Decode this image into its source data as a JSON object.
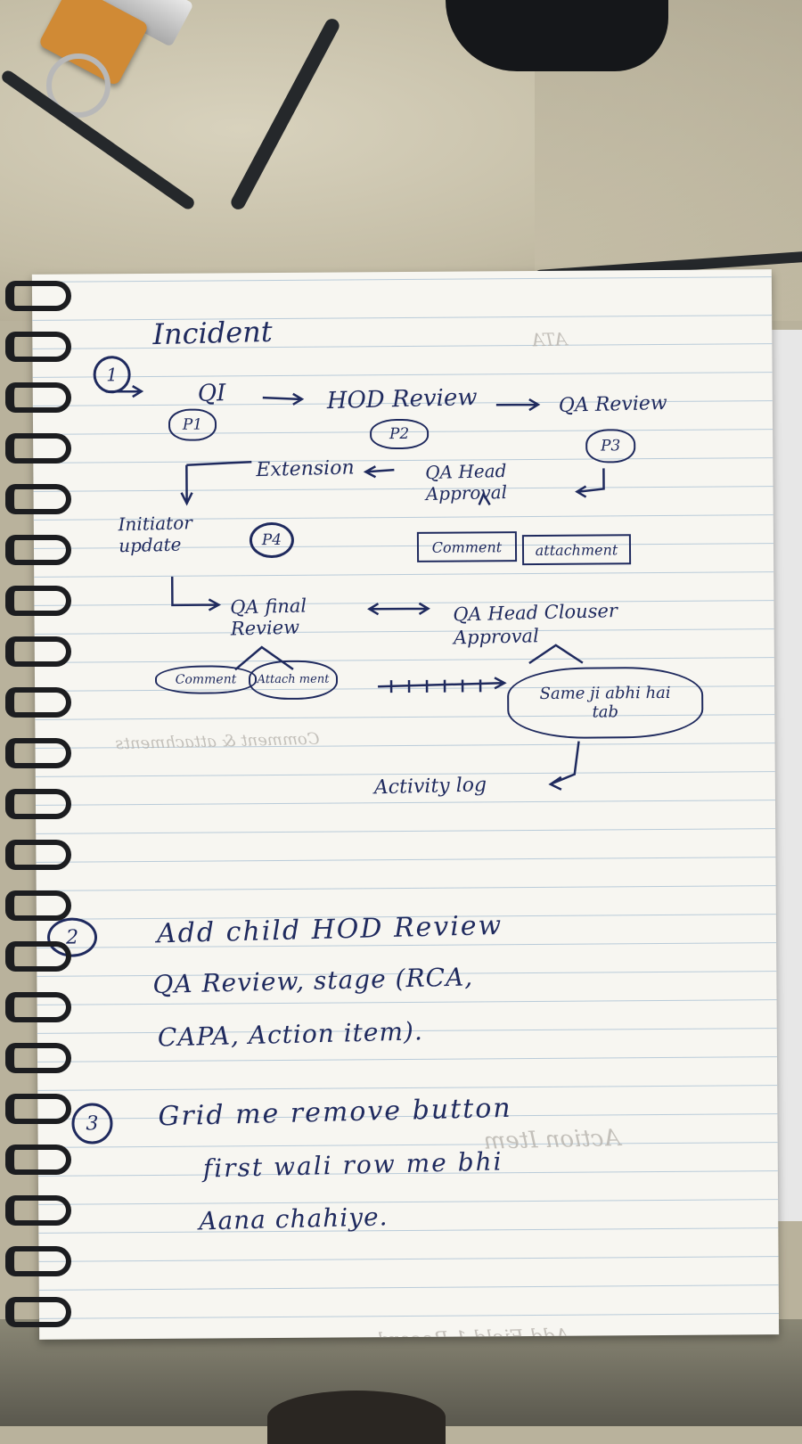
{
  "heading": "Incident",
  "section1": {
    "num": "1",
    "flow_row1": [
      "QI",
      "HOD Review",
      "QA Review"
    ],
    "phase_labels": [
      "P1",
      "P2",
      "P3",
      "P4"
    ],
    "extension": "Extension",
    "qa_head_approval": "QA Head Approval",
    "initiator_update": "Initiator update",
    "comment_box": "Comment",
    "attachment_box": "attachment",
    "qa_final_review": "QA final Review",
    "qa_head_closure": "QA Head Clouser Approval",
    "comment_pill": "Comment",
    "attach_pill": "Attach ment",
    "same_note": "Same ji abhi hai tab",
    "activity_log": "Activity log"
  },
  "section2": {
    "num": "2",
    "lines": [
      "Add child HOD Review",
      "QA Review, stage (RCA,",
      "CAPA, Action item)."
    ]
  },
  "section3": {
    "num": "3",
    "lines": [
      "Grid me remove button",
      "first wali row me bhi",
      "Aana chahiye."
    ]
  }
}
